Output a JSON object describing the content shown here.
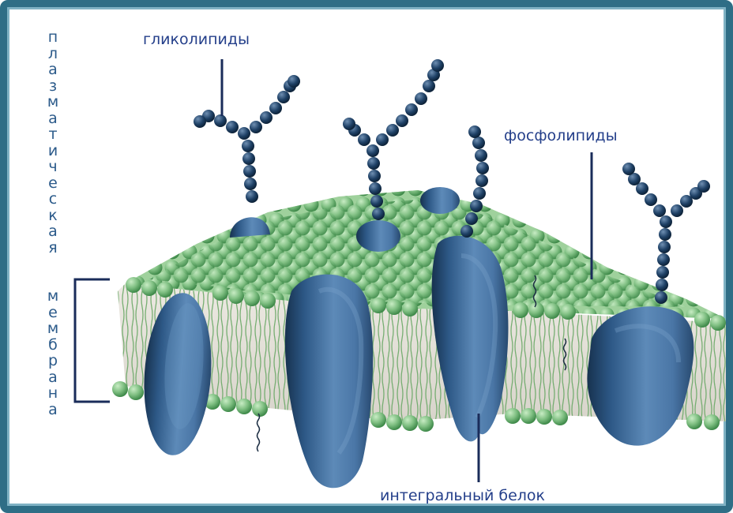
{
  "title_vertical": "плазматическая мембрана",
  "labels": {
    "glycolipids": "гликолипиды",
    "phospholipids": "фосфолипиды",
    "integral_protein": "интегральный белок"
  },
  "colors": {
    "frame": "#2f6e86",
    "label_text": "#243f8a",
    "lipid_head": "#7fbf82",
    "lipid_tail": "#5c9e58",
    "protein": "#4d78a8",
    "protein_dark": "#1d3f63",
    "sugar_chain": "#1a3b5c"
  }
}
